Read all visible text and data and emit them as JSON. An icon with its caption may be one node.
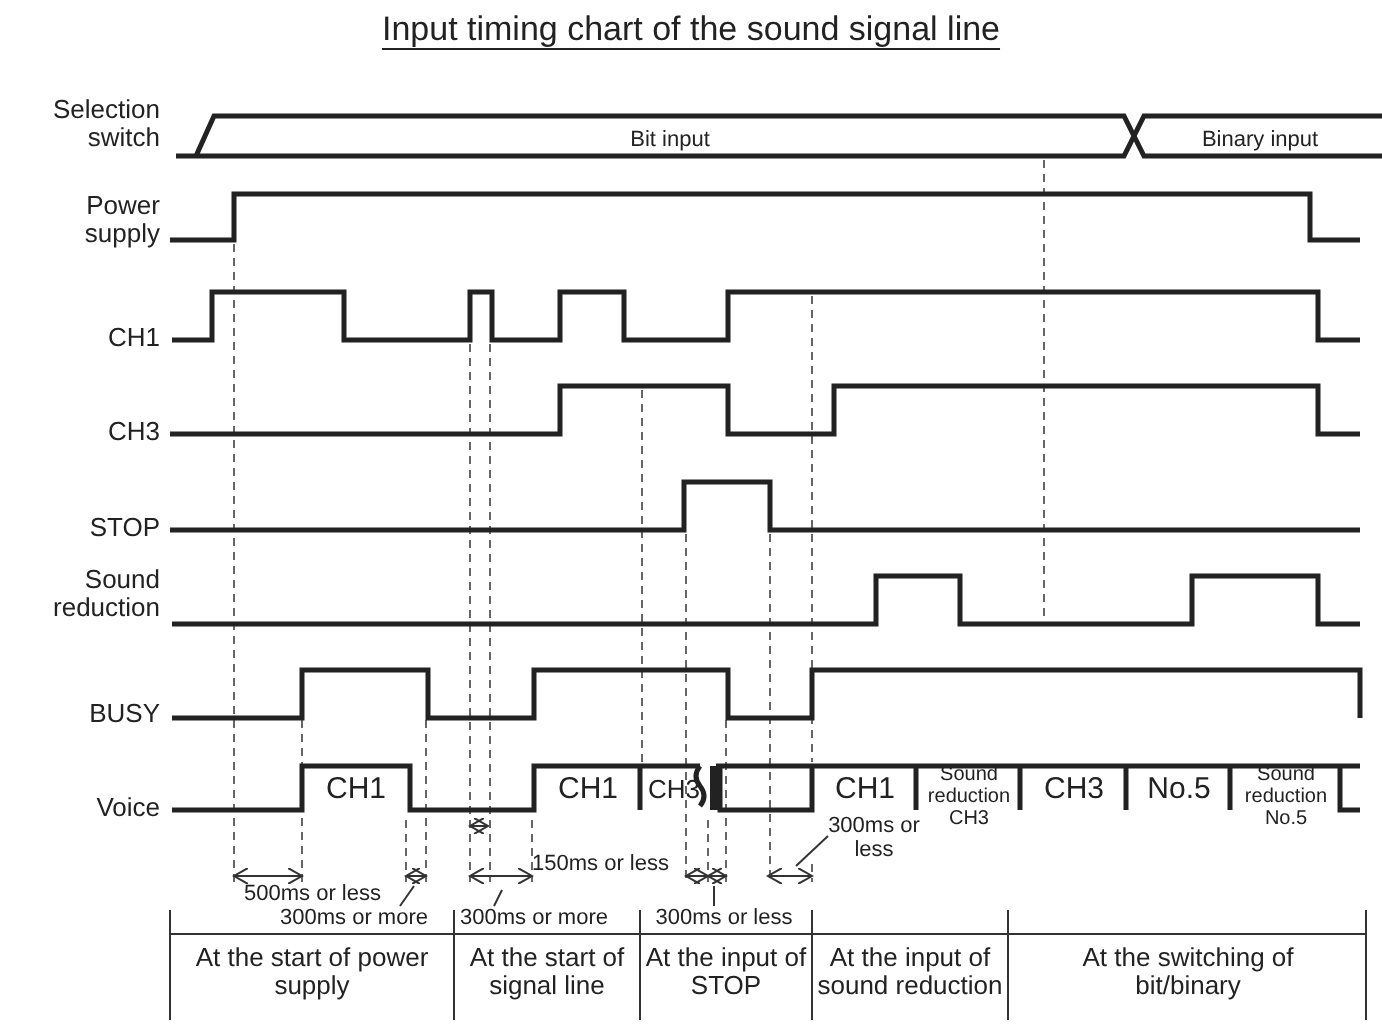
{
  "diagram": {
    "title": "Input timing chart of the sound signal line",
    "nodes": [
      {
        "text": [
          "300ms or less"
        ]
      },
      {
        "text": [
          "300ms or more"
        ]
      },
      {
        "text": [
          "300ms or more"
        ]
      },
      {
        "text": [
          "300ms or less"
        ]
      }
    ],
    "edges": [
      {
        "from": 0,
        "to": null,
        "arrow": "none"
      },
      {
        "from": 1,
        "to": null,
        "arrow": "none"
      },
      {
        "from": 2,
        "to": null,
        "arrow": "none"
      },
      {
        "from": 3,
        "to": null,
        "arrow": "none"
      }
    ],
    "labels": [
      "Selection switch",
      "Bit input",
      "Binary input",
      "Power supply",
      "CH1",
      "CH3",
      "STOP",
      "Sound reduction",
      "BUSY",
      "Voice",
      "CH1",
      "CH1",
      "CH3",
      "CH1",
      "Sound reduction CH3",
      "CH3",
      "No.5",
      "Sound reduction No.5",
      "150ms or less",
      "500ms or less",
      "At the start of power supply",
      "At the start of signal line",
      "At the input of STOP",
      "At the input of sound reduction",
      "At the switching of bit/binary"
    ]
  }
}
